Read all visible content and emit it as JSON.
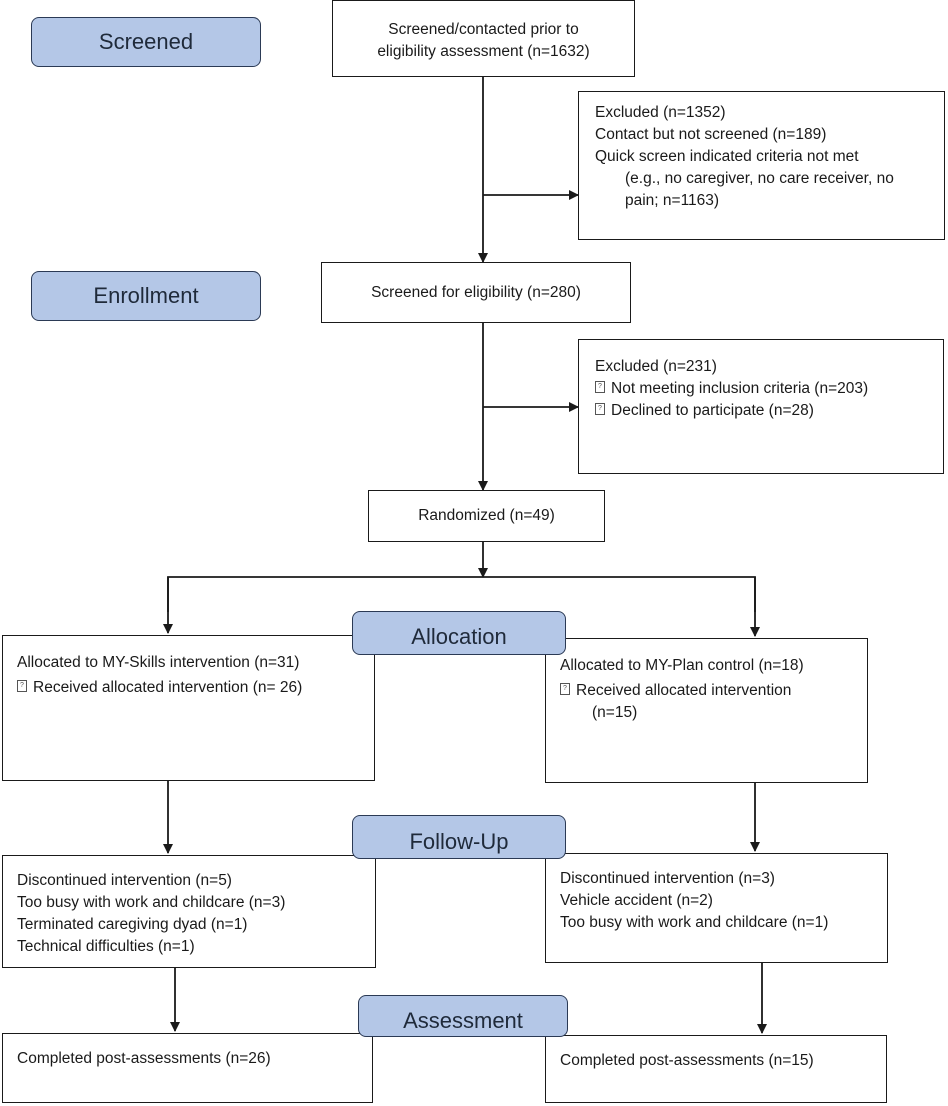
{
  "stages": {
    "screened": "Screened",
    "enrollment": "Enrollment",
    "allocation": "Allocation",
    "follow_up": "Follow-Up",
    "assessment": "Assessment"
  },
  "screened_box": {
    "line1": "Screened/contacted prior to",
    "line2": "eligibility assessment (n=1632)"
  },
  "excluded_1": {
    "title": "Excluded (n=1352)",
    "item1": "Contact but not screened (n=189)",
    "item2": "Quick screen indicated criteria not met",
    "item2_detail_1": "(e.g., no caregiver, no care receiver, no",
    "item2_detail_2": "pain; n=1163)"
  },
  "eligibility_box": "Screened for eligibility (n=280)",
  "excluded_2": {
    "title": "Excluded (n=231)",
    "item1": "Not meeting inclusion criteria (n=203)",
    "item2": "Declined to participate (n=28)"
  },
  "randomized_box": "Randomized (n=49)",
  "alloc_left": {
    "title": "Allocated to MY-Skills intervention (n=31)",
    "item1": "Received allocated intervention (n= 26)"
  },
  "alloc_right": {
    "title": "Allocated to MY-Plan control (n=18)",
    "item1": "Received allocated intervention",
    "item1_cont": "(n=15)"
  },
  "followup_left": {
    "line1": "Discontinued intervention (n=5)",
    "line2": "Too busy with work and childcare (n=3)",
    "line3": "Terminated caregiving dyad (n=1)",
    "line4": "Technical difficulties (n=1)"
  },
  "followup_right": {
    "line1": "Discontinued intervention (n=3)",
    "line2": "Vehicle accident  (n=2)",
    "line3": "Too busy with work and childcare (n=1)"
  },
  "assess_left": "Completed post-assessments (n=26)",
  "assess_right": "Completed post-assessments (n=15)",
  "bullet_glyph": "?",
  "colors": {
    "stage_fill": "#b4c7e7",
    "stage_border": "#2b3a55",
    "line": "#1a1a1a"
  }
}
